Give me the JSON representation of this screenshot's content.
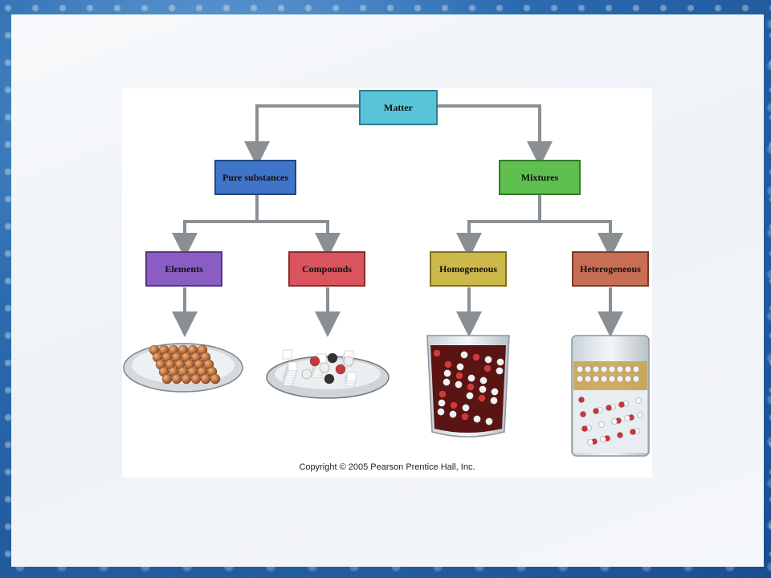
{
  "diagram": {
    "nodes": {
      "matter": "Matter",
      "pure_substances": "Pure substances",
      "mixtures": "Mixtures",
      "elements": "Elements",
      "compounds": "Compounds",
      "homogeneous": "Homogeneous",
      "heterogeneous": "Heterogeneous"
    },
    "colors": {
      "matter": "#58c4d8",
      "pure_substances": "#3f74c9",
      "mixtures": "#5fbf4f",
      "elements": "#8a5cc4",
      "compounds": "#d9545c",
      "homogeneous": "#cdb84a",
      "heterogeneous": "#c76e55",
      "connector": "#8a8f94"
    },
    "copyright": "Copyright © 2005 Pearson Prentice Hall, Inc."
  }
}
